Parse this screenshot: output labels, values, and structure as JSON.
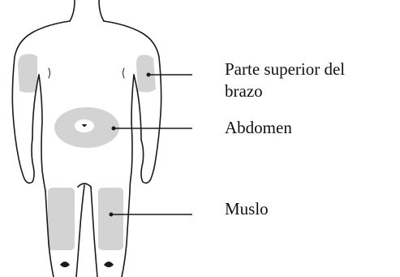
{
  "labels": {
    "arm_line1": "Parte superior del",
    "arm_line2": "brazo",
    "abdomen": "Abdomen",
    "thigh": "Muslo"
  },
  "colors": {
    "outline": "#1a1a1a",
    "injection_zone": "#d3d3d3",
    "pointer_line": "#1a1a1a",
    "text": "#111111"
  }
}
